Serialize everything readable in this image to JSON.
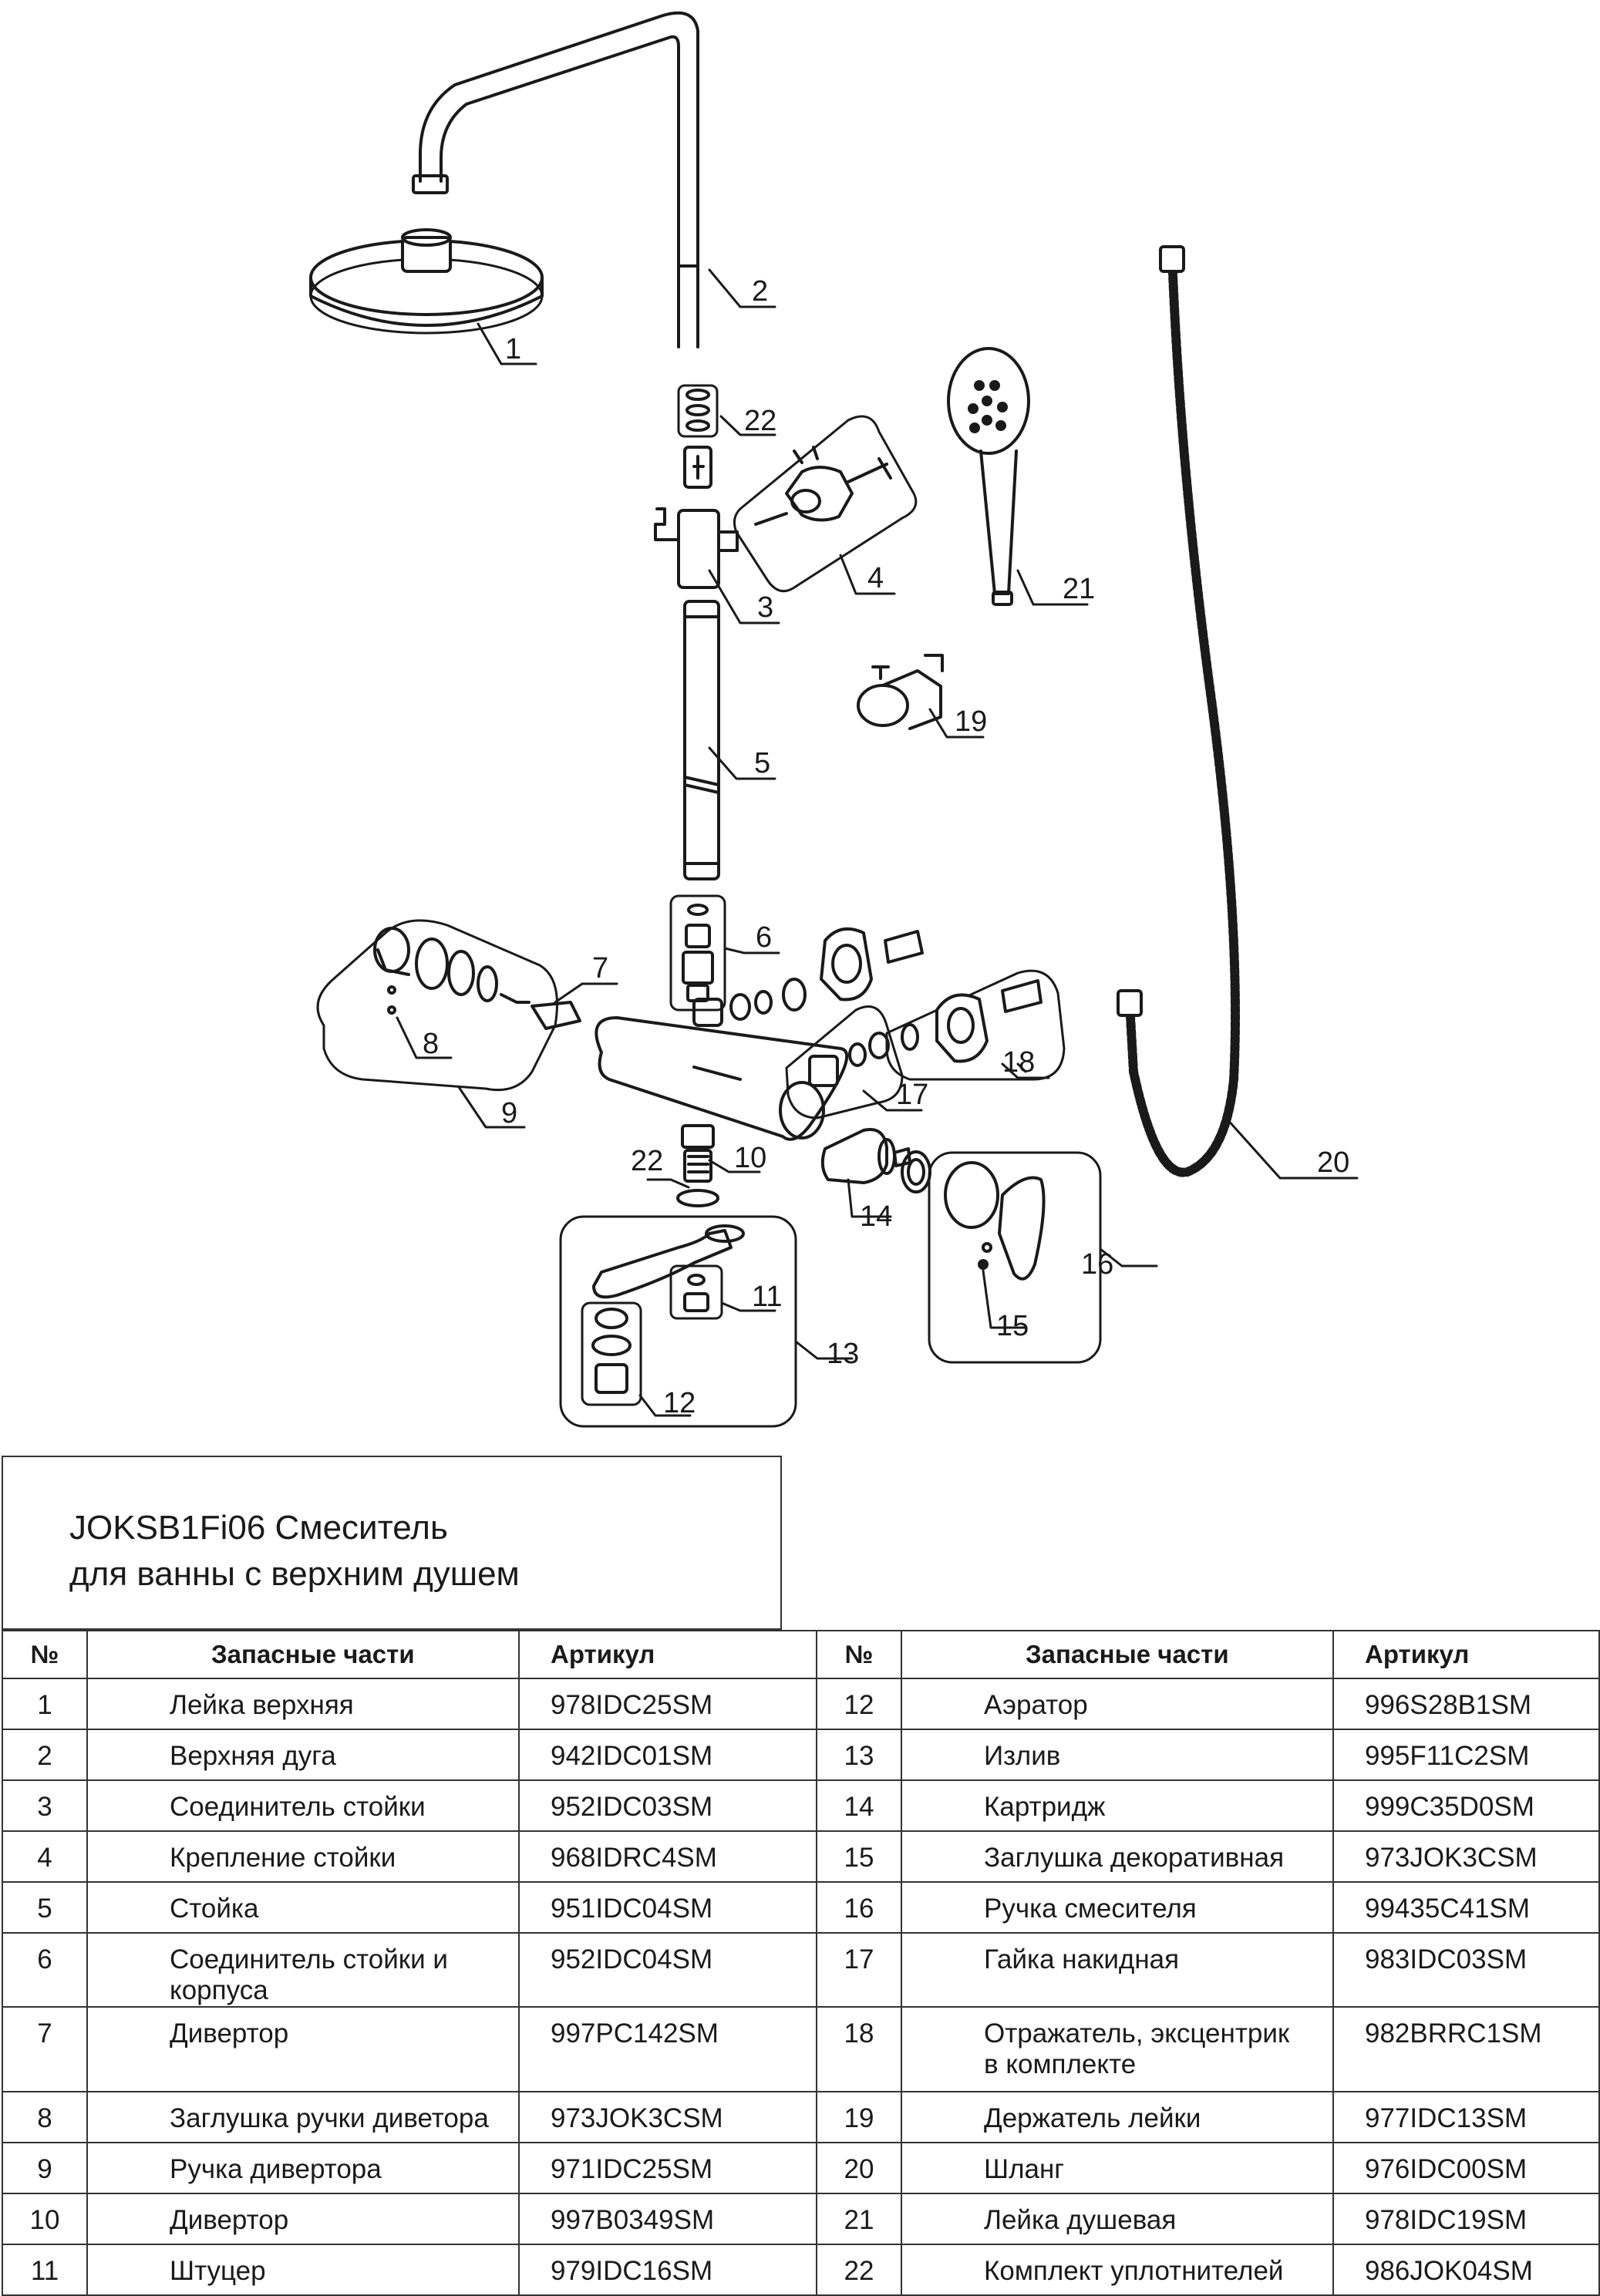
{
  "title": {
    "line1": "JOKSB1Fi06 Смеситель",
    "line2": "для ванны с верхним душем"
  },
  "table": {
    "headers": {
      "num": "№",
      "name": "Запасные части",
      "article": "Артикул"
    },
    "left": [
      {
        "num": "1",
        "name": "Лейка верхняя",
        "article": "978IDC25SM"
      },
      {
        "num": "2",
        "name": "Верхняя дуга",
        "article": "942IDC01SM"
      },
      {
        "num": "3",
        "name": "Соединитель стойки",
        "article": "952IDC03SM"
      },
      {
        "num": "4",
        "name": "Крепление стойки",
        "article": "968IDRC4SM"
      },
      {
        "num": "5",
        "name": "Стойка",
        "article": "951IDC04SM"
      },
      {
        "num": "6",
        "name": "Соединитель стойки и корпуса",
        "article": "952IDC04SM"
      },
      {
        "num": "7",
        "name": "Дивертор",
        "article": "997PC142SM"
      },
      {
        "num": "8",
        "name": "Заглушка ручки диветора",
        "article": "973JOK3CSM"
      },
      {
        "num": "9",
        "name": "Ручка дивертора",
        "article": "971IDC25SM"
      },
      {
        "num": "10",
        "name": "Дивертор",
        "article": "997B0349SM"
      },
      {
        "num": "11",
        "name": "Штуцер",
        "article": "979IDC16SM"
      }
    ],
    "right": [
      {
        "num": "12",
        "name": "Аэратор",
        "article": "996S28B1SM"
      },
      {
        "num": "13",
        "name": "Излив",
        "article": "995F11C2SM"
      },
      {
        "num": "14",
        "name": "Картридж",
        "article": "999C35D0SM"
      },
      {
        "num": "15",
        "name": "Заглушка декоративная",
        "article": "973JOK3CSM"
      },
      {
        "num": "16",
        "name": "Ручка смесителя",
        "article": "99435C41SM"
      },
      {
        "num": "17",
        "name": "Гайка накидная",
        "article": "983IDC03SM"
      },
      {
        "num": "18",
        "name": "Отражатель, эксцентрик",
        "name2": "в комплекте",
        "article": "982BRRC1SM"
      },
      {
        "num": "19",
        "name": "Держатель лейки",
        "article": "977IDC13SM"
      },
      {
        "num": "20",
        "name": "Шланг",
        "article": "976IDC00SM"
      },
      {
        "num": "21",
        "name": "Лейка душевая",
        "article": "978IDC19SM"
      },
      {
        "num": "22",
        "name": "Комплект уплотнителей",
        "article": "986JOK04SM"
      }
    ]
  },
  "callouts": [
    "1",
    "2",
    "3",
    "4",
    "5",
    "6",
    "7",
    "8",
    "9",
    "10",
    "11",
    "12",
    "13",
    "14",
    "15",
    "16",
    "17",
    "18",
    "19",
    "20",
    "21",
    "22",
    "22"
  ]
}
